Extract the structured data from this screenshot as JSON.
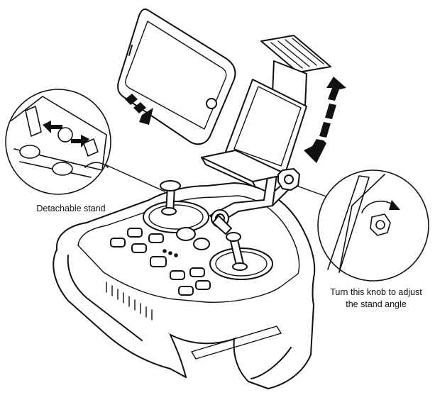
{
  "labels": {
    "detachable_stand": "Detachable stand",
    "knob_line1": "Turn this knob to adjust",
    "knob_line2": "the stand angle"
  },
  "colors": {
    "line": "#111111",
    "fill": "#ffffff",
    "arrow": "#111111"
  }
}
